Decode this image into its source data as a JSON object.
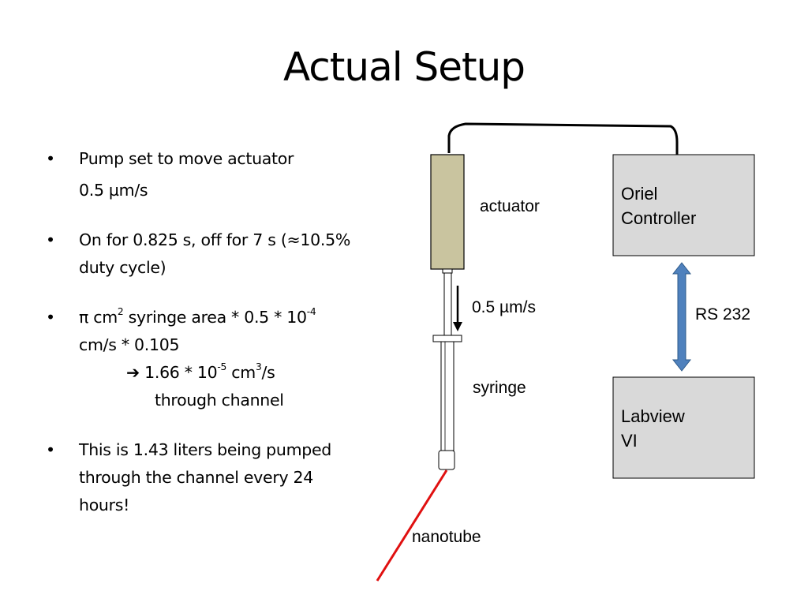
{
  "title": "Actual Setup",
  "bullets": {
    "b1_line1": "Pump set to move actuator",
    "b1_line2": "0.5 µm/s",
    "b2_line1": "On for 0.825 s, off for 7 s (≈10.5%",
    "b2_line2": "duty cycle)",
    "b3_pre": "π cm",
    "b3_sup1": "2",
    "b3_mid": " syringe area * 0.5 * 10",
    "b3_sup2": "-4",
    "b3_line2": "cm/s * 0.105",
    "b3_arrow": "➔",
    "b3_res_pre": " 1.66 * 10",
    "b3_sup3": "-5",
    "b3_res_mid": " cm",
    "b3_sup4": "3",
    "b3_res_post": "/s",
    "b3_line4": "through channel",
    "b4_line1": "This is 1.43 liters being pumped",
    "b4_line2": "through the channel every 24",
    "b4_line3": "hours!",
    "marker": "•"
  },
  "diagram": {
    "actuator_label": "actuator",
    "speed_label": "0.5 µm/s",
    "syringe_label": "syringe",
    "nanotube_label": "nanotube",
    "controller_line1": "Oriel",
    "controller_line2": "Controller",
    "rs232_label": "RS 232",
    "labview_line1": "Labview",
    "labview_line2": "VI"
  },
  "colors": {
    "actuator_fill": "#c9c49f",
    "box_fill": "#d9d9d9",
    "arrow_fill": "#4f81bd",
    "nanotube": "#e01010"
  }
}
